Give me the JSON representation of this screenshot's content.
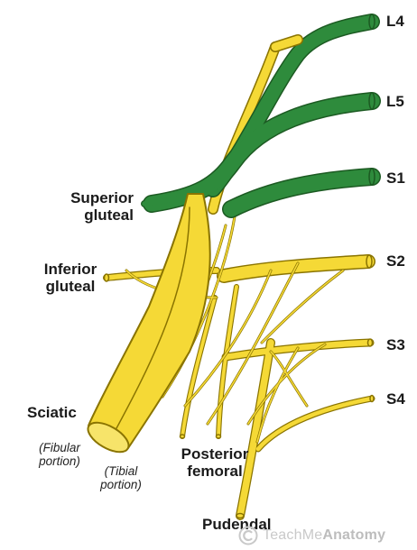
{
  "colors": {
    "nerve_yellow": "#F5D936",
    "nerve_outline": "#8A7400",
    "gluteal_green": "#2E8B3C",
    "green_outline": "#1C5A22",
    "label_text": "#1a1a1a",
    "watermark": "#c9c9c9"
  },
  "roots": {
    "l4": "L4",
    "l5": "L5",
    "s1": "S1",
    "s2": "S2",
    "s3": "S3",
    "s4": "S4"
  },
  "labels": {
    "superior_gluteal_1": "Superior",
    "superior_gluteal_2": "gluteal",
    "inferior_gluteal_1": "Inferior",
    "inferior_gluteal_2": "gluteal",
    "sciatic": "Sciatic",
    "fibular_1": "(Fibular",
    "fibular_2": "portion)",
    "tibial_1": "(Tibial",
    "tibial_2": "portion)",
    "posterior_femoral_1": "Posterior",
    "posterior_femoral_2": "femoral",
    "pudendal": "Pudendal"
  },
  "watermark": {
    "icon": "teachmeanatomy-logo-icon",
    "prefix": "TeachMe",
    "brand": "Anatomy"
  }
}
